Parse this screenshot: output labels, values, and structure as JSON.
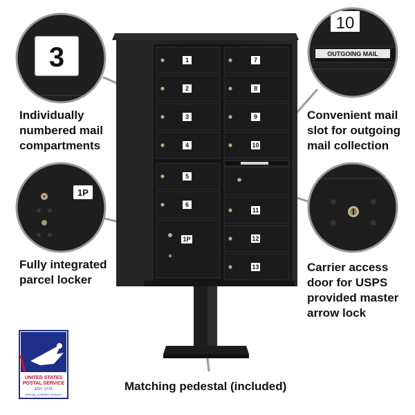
{
  "colors": {
    "accent": "#1f2e86",
    "danger": "#c8102e",
    "cabinet": "#222222",
    "door": "#191919",
    "background": "#ffffff"
  },
  "cabinet": {
    "left_doors": [
      "1",
      "2",
      "3",
      "4",
      "5",
      "6"
    ],
    "parcel_label": "1P",
    "right_doors": [
      "7",
      "8",
      "9",
      "10",
      "11",
      "12",
      "13"
    ],
    "slot_text": "OUTGOING MAIL"
  },
  "callouts": {
    "numbered": {
      "zoom_number": "3",
      "lines": [
        "Individually",
        "numbered mail",
        "compartments"
      ]
    },
    "outgoing": {
      "zoom_number": "10",
      "zoom_label": "OUTGOING MAIL",
      "lines": [
        "Convenient mail",
        "slot for outgoing",
        "mail collection"
      ]
    },
    "parcel": {
      "zoom_label": "1P",
      "lines": [
        "Fully integrated",
        "parcel locker"
      ]
    },
    "carrier": {
      "lines": [
        "Carrier access",
        "door for USPS",
        "provided master",
        "arrow lock"
      ]
    },
    "pedestal": {
      "lines": [
        "Matching pedestal (included)"
      ]
    }
  },
  "usps_badge": {
    "icon": "usps-eagle-logo",
    "line1": "UNITED STATES",
    "line2": "POSTAL SERVICE",
    "line3": "EST. 1775",
    "line4": "OFFICIAL LICENSED PRODUCT"
  }
}
